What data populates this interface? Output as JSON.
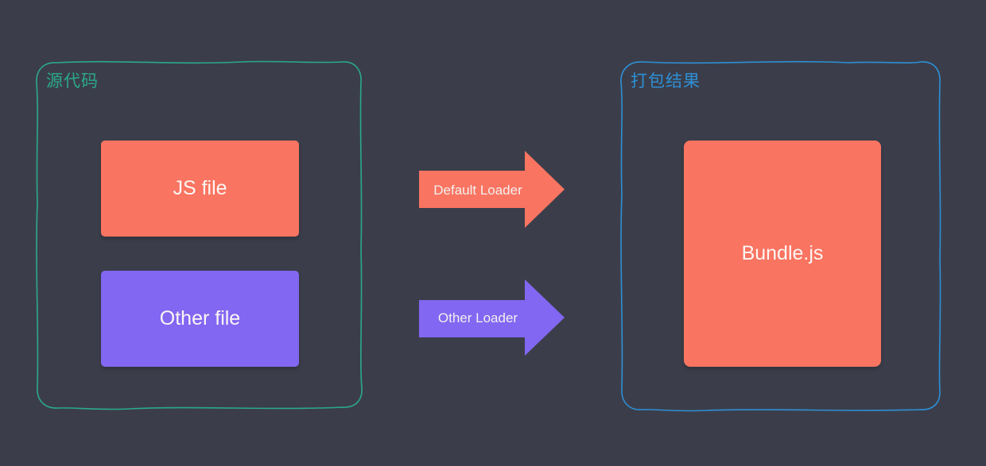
{
  "diagram": {
    "background_color": "#3b3e4a",
    "source_group": {
      "label": "源代码",
      "border_color": "#2ba98b",
      "boxes": [
        {
          "label": "JS file",
          "color": "#f97461",
          "text_color": "#fdf6f4"
        },
        {
          "label": "Other file",
          "color": "#8267f2",
          "text_color": "#fdf6f4"
        }
      ]
    },
    "arrows": [
      {
        "label": "Default Loader",
        "color": "#f97461",
        "direction": "right"
      },
      {
        "label": "Other Loader",
        "color": "#8267f2",
        "direction": "right"
      }
    ],
    "output_group": {
      "label": "打包结果",
      "border_color": "#2e8fd6",
      "boxes": [
        {
          "label": "Bundle.js",
          "color": "#f97461",
          "text_color": "#fdf6f4"
        }
      ]
    }
  }
}
